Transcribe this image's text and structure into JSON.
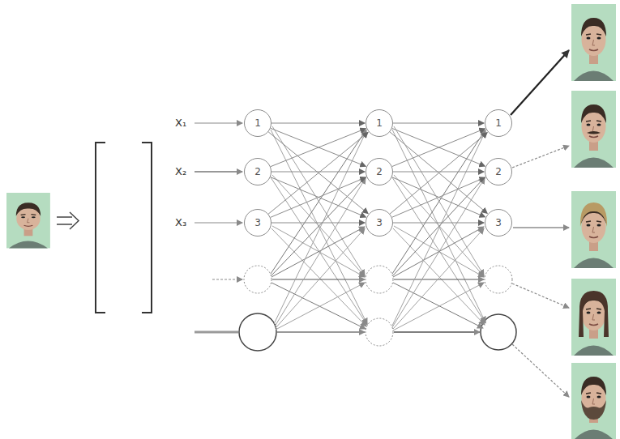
{
  "diagram": {
    "nodes": [
      {
        "text": [
          "1"
        ]
      },
      {
        "text": [
          "2"
        ]
      },
      {
        "text": [
          "3"
        ]
      },
      {
        "text": [
          "1"
        ]
      },
      {
        "text": [
          "2"
        ]
      },
      {
        "text": [
          "3"
        ]
      },
      {
        "text": [
          "1"
        ]
      },
      {
        "text": [
          "2"
        ]
      },
      {
        "text": [
          "3"
        ]
      }
    ],
    "edges": [
      {
        "from": 0,
        "to": 3,
        "arrow": "to"
      },
      {
        "from": 0,
        "to": 4,
        "arrow": "to"
      },
      {
        "from": 0,
        "to": 5,
        "arrow": "to"
      },
      {
        "from": 1,
        "to": 3,
        "arrow": "to"
      },
      {
        "from": 1,
        "to": 4,
        "arrow": "to"
      },
      {
        "from": 1,
        "to": 5,
        "arrow": "to"
      },
      {
        "from": 2,
        "to": 3,
        "arrow": "to"
      },
      {
        "from": 2,
        "to": 4,
        "arrow": "to"
      },
      {
        "from": 2,
        "to": 5,
        "arrow": "to"
      },
      {
        "from": 3,
        "to": 6,
        "arrow": "to"
      },
      {
        "from": 3,
        "to": 7,
        "arrow": "to"
      },
      {
        "from": 3,
        "to": 8,
        "arrow": "to"
      },
      {
        "from": 4,
        "to": 6,
        "arrow": "to"
      },
      {
        "from": 4,
        "to": 7,
        "arrow": "to"
      },
      {
        "from": 4,
        "to": 8,
        "arrow": "to"
      },
      {
        "from": 5,
        "to": 6,
        "arrow": "to"
      },
      {
        "from": 5,
        "to": 7,
        "arrow": "to"
      },
      {
        "from": 5,
        "to": 8,
        "arrow": "to"
      }
    ],
    "labels": [
      "X₁",
      "X₂",
      "X₃"
    ]
  }
}
